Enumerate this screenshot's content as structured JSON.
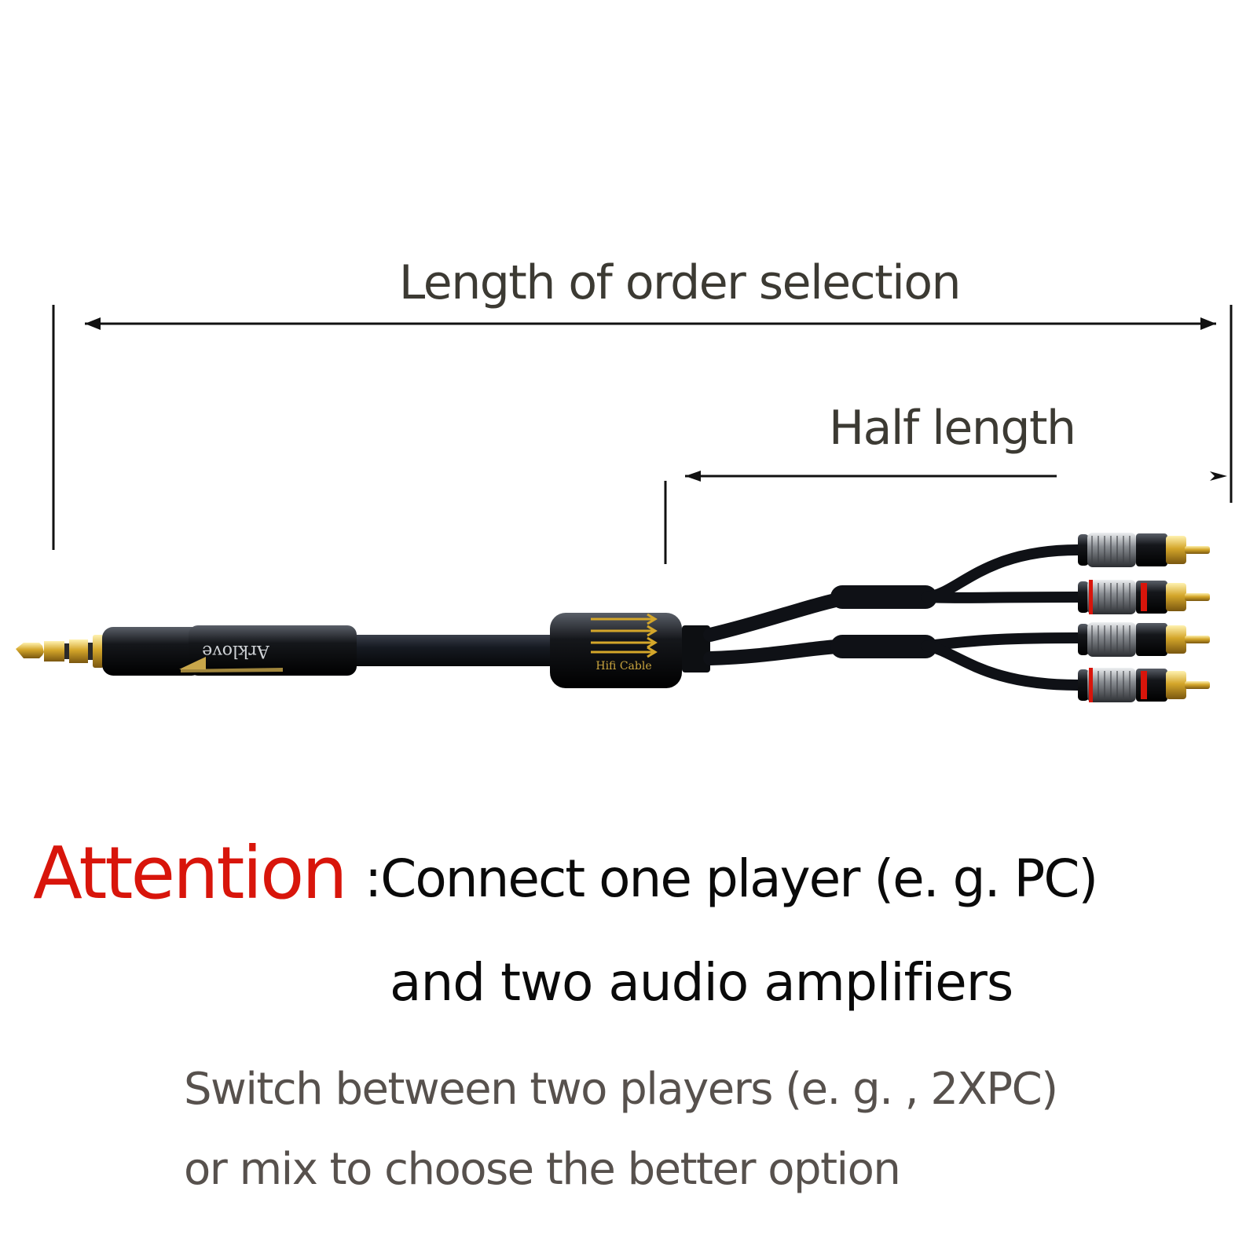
{
  "dimensions": {
    "full_label": "Length of order selection",
    "half_label": "Half length"
  },
  "product": {
    "brand_text": "Arklove",
    "splitter_text": "Hifi Cable"
  },
  "attention": {
    "word": "Attention",
    "separator": ":",
    "line_1": "Connect one player (e. g. PC)",
    "line_2": "and two audio amplifiers"
  },
  "switch_note": {
    "line_1": "Switch between two players (e. g. , 2XPC)",
    "line_2": "or mix to choose the better option"
  },
  "colors": {
    "label_text": "#3c3a33",
    "attention_red": "#d8150b",
    "body_text": "#0a0a0a",
    "note_text": "#57514d",
    "gold": "#d4a62a",
    "cable_black": "#1a1c22"
  }
}
